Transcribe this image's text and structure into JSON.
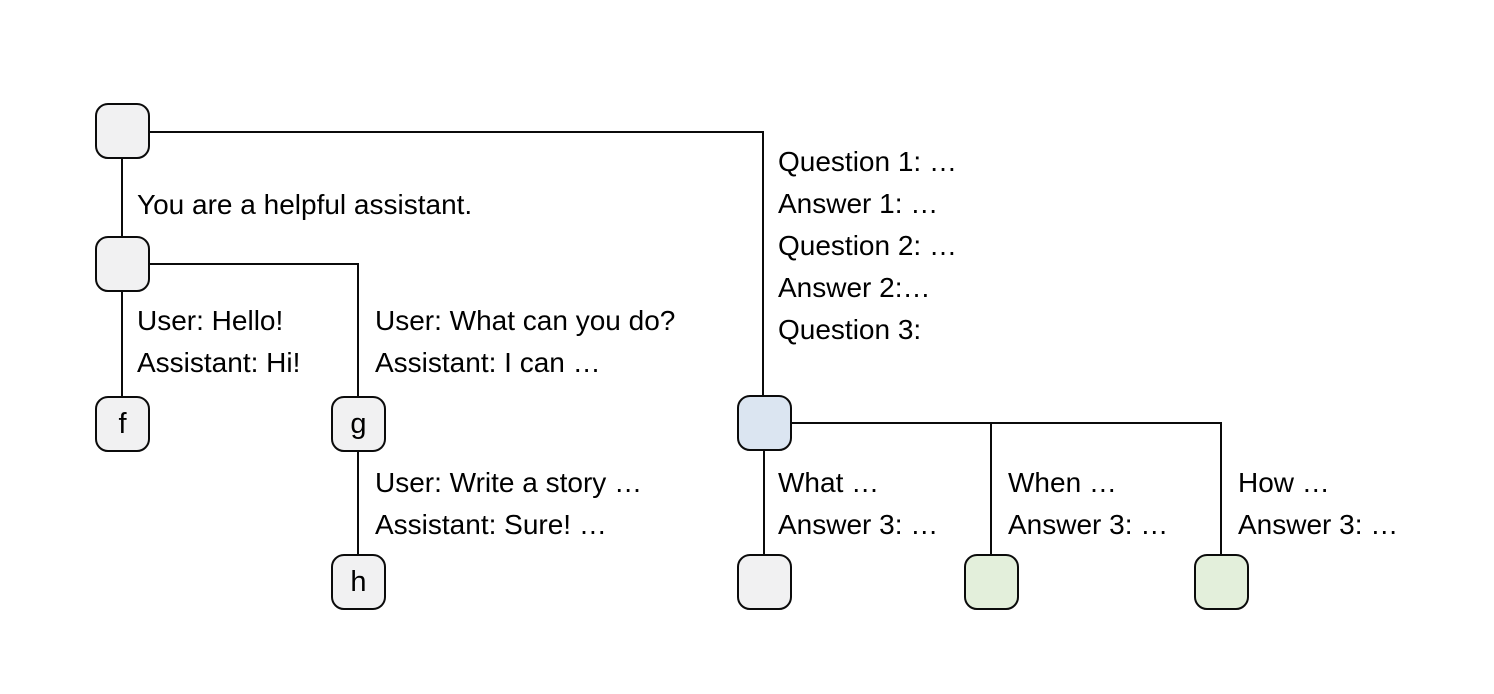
{
  "diagram": {
    "kind": "conversation-tree",
    "background": "#ffffff"
  },
  "colors": {
    "node_gray": "#f1f1f2",
    "node_blue": "#dbe5f1",
    "node_green": "#e3efdb",
    "edge_line": "#0b0b0b",
    "text": "#000000"
  },
  "nodes": [
    {
      "id": "root",
      "label": "",
      "color": "gray"
    },
    {
      "id": "system",
      "label": "",
      "color": "gray"
    },
    {
      "id": "f",
      "label": "f",
      "color": "gray"
    },
    {
      "id": "g",
      "label": "g",
      "color": "gray"
    },
    {
      "id": "h",
      "label": "h",
      "color": "gray"
    },
    {
      "id": "question-node",
      "label": "",
      "color": "blue"
    },
    {
      "id": "what-leaf",
      "label": "",
      "color": "gray"
    },
    {
      "id": "when-leaf",
      "label": "",
      "color": "green"
    },
    {
      "id": "how-leaf",
      "label": "",
      "color": "green"
    }
  ],
  "edge_labels": {
    "system_prompt": {
      "lines": [
        "You are a helpful assistant."
      ]
    },
    "hello": {
      "lines": [
        "User: Hello!",
        "Assistant: Hi!"
      ]
    },
    "what_can_you_do": {
      "lines": [
        "User: What can you do?",
        "Assistant: I can …"
      ]
    },
    "write_a_story": {
      "lines": [
        "User: Write a story …",
        "Assistant: Sure! …"
      ]
    },
    "qa_history": {
      "lines": [
        "Question 1: …",
        "Answer 1: …",
        "Question 2: …",
        "Answer 2:…",
        "Question 3:"
      ]
    },
    "what_branch": {
      "lines": [
        "What …",
        "Answer 3: …"
      ]
    },
    "when_branch": {
      "lines": [
        "When …",
        "Answer 3: …"
      ]
    },
    "how_branch": {
      "lines": [
        "How …",
        "Answer 3: …"
      ]
    }
  }
}
